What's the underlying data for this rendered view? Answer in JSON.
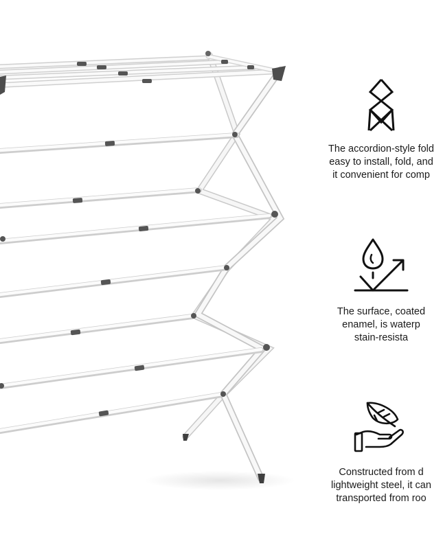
{
  "product": {
    "name": "accordion-style drying rack",
    "frame_color": "#f2f2f2",
    "cap_color": "#555555"
  },
  "features": [
    {
      "icon": "accordion-frame-icon",
      "lines": [
        "The accordion-style fold",
        "easy to install, fold, and",
        "it convenient for comp"
      ]
    },
    {
      "icon": "water-drop-shield-icon",
      "lines": [
        "The surface, coated",
        "enamel, is waterp",
        "stain-resista"
      ]
    },
    {
      "icon": "feather-hand-icon",
      "lines": [
        "Constructed from d",
        "lightweight steel, it can",
        "transported from roo"
      ]
    }
  ]
}
